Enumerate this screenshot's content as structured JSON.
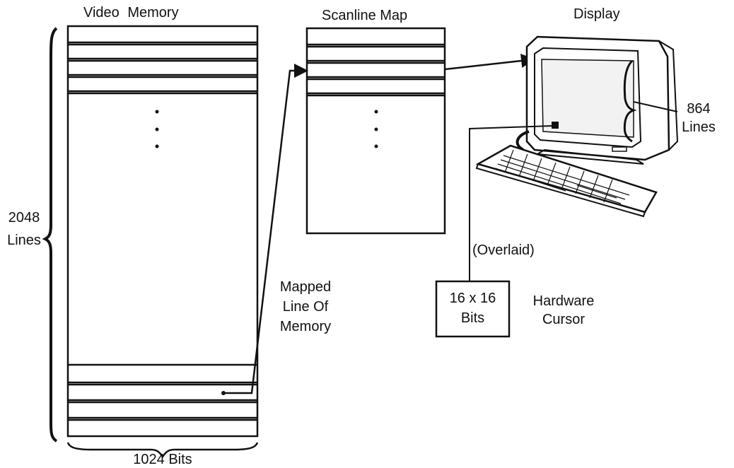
{
  "video_memory": {
    "title": "Video Memory",
    "height_label": [
      "2048",
      "Lines"
    ],
    "width_label": "1024 Bits"
  },
  "scanline_map": {
    "title": "Scanline Map"
  },
  "display": {
    "title": "Display",
    "lines_label": [
      "864",
      "Lines"
    ]
  },
  "mapping": {
    "label": [
      "Mapped",
      "Line Of",
      "Memory"
    ]
  },
  "cursor": {
    "overlay_label": "(Overlaid)",
    "box_label": [
      "16 x 16",
      "Bits"
    ],
    "name_label": [
      "Hardware",
      "Cursor"
    ]
  },
  "colors": {
    "ink": "#111111",
    "background": "#ffffff"
  }
}
